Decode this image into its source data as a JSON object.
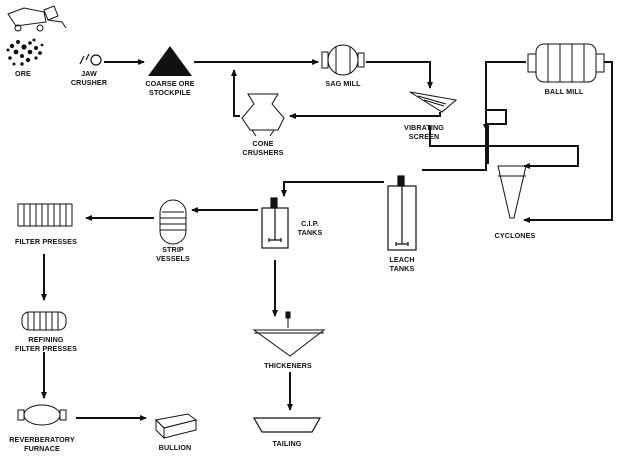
{
  "labels": {
    "ore": "ORE",
    "jaw_crusher_1": "JAW",
    "jaw_crusher_2": "CRUSHER",
    "coarse_ore_1": "COARSE ORE",
    "coarse_ore_2": "STOCKPILE",
    "sag_mill": "SAG MILL",
    "ball_mill": "BALL MILL",
    "vibrating_1": "VIBRATING",
    "vibrating_2": "SCREEN",
    "cone_1": "CONE",
    "cone_2": "CRUSHERS",
    "cyclones": "CYCLONES",
    "leach_1": "LEACH",
    "leach_2": "TANKS",
    "cip_1": "C.I.P.",
    "cip_2": "TANKS",
    "strip_1": "STRIP",
    "strip_2": "VESSELS",
    "filter_presses": "FILTER PRESSES",
    "refining_1": "REFINING",
    "refining_2": "FILTER PRESSES",
    "thickeners": "THICKENERS",
    "furnace_1": "REVERBERATORY",
    "furnace_2": "FURNACE",
    "bullion": "BULLION",
    "tailing": "TAILING"
  }
}
